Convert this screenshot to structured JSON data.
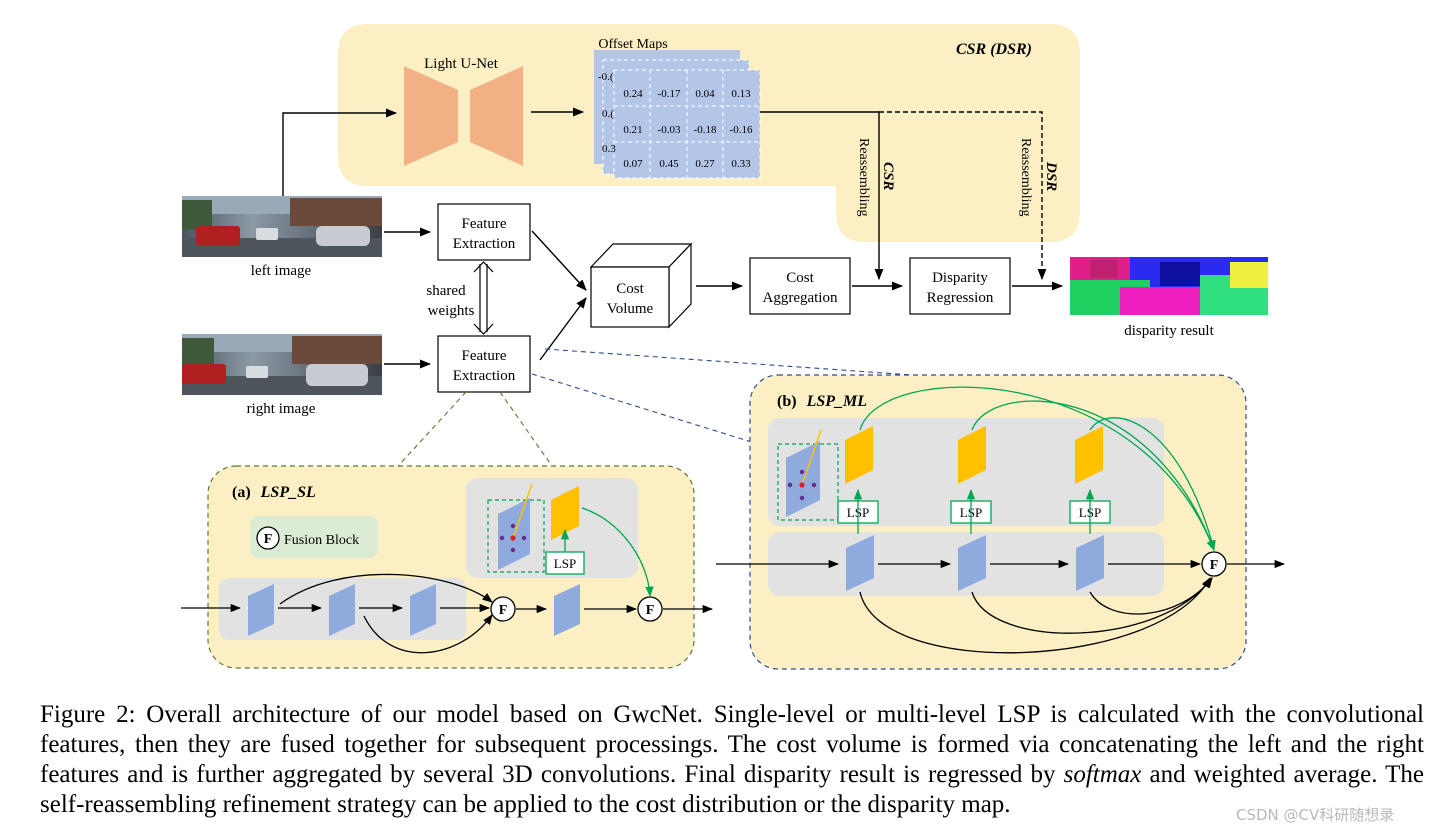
{
  "colors": {
    "panel_fill": "#fcefc4",
    "gray_panel": "#e2e2e2",
    "unet_orange": "#f2b184",
    "offset_blue": "#b4c6e7",
    "feature_blue": "#8faadc",
    "lsp_yellow": "#ffc000",
    "lsp_green": "#00a651",
    "fusion_chip": "#dcebd3",
    "dashed_blue": "#2f4e8b",
    "dashed_green": "#5a7a2e"
  },
  "diagram": {
    "csr_panel_title": "CSR (DSR)",
    "unet_label": "Light  U-Net",
    "offset_maps_label": "Offset Maps",
    "offset_grid": [
      [
        "0.24",
        "-0.17",
        "0.04",
        "0.13"
      ],
      [
        "0.21",
        "-0.03",
        "-0.18",
        "-0.16"
      ],
      [
        "0.07",
        "0.45",
        "0.27",
        "0.33"
      ]
    ],
    "offset_back_peek": [
      "-0.(",
      "0.(",
      "0.3"
    ],
    "csr_label": "CSR",
    "dsr_label": "DSR",
    "reassembling_label": "Reassembling",
    "left_image_label": "left image",
    "right_image_label": "right image",
    "feature_extraction_line1": "Feature",
    "feature_extraction_line2": "Extraction",
    "shared_weights_line1": "shared",
    "shared_weights_line2": "weights",
    "cost_volume_line1": "Cost",
    "cost_volume_line2": "Volume",
    "cost_aggregation_line1": "Cost",
    "cost_aggregation_line2": "Aggregation",
    "disparity_regression_line1": "Disparity",
    "disparity_regression_line2": "Regression",
    "disparity_result_label": "disparity result",
    "panel_a_prefix": "(a)",
    "panel_a_title": "LSP_SL",
    "panel_b_prefix": "(b)",
    "panel_b_title": "LSP_ML",
    "fusion_symbol": "F",
    "fusion_block_label": "Fusion Block",
    "lsp_label": "LSP"
  },
  "caption": {
    "part1": "Figure 2: Overall architecture of our model based on GwcNet. Single-level or multi-level LSP is calculated with the convolutional features, then they are fused together for subsequent processings. The cost volume is formed via concatenating the left and the right features and is further aggregated by several 3D convolutions. Final disparity result is regressed by ",
    "emph": "softmax",
    "part2": " and weighted average. The self-reassembling refinement strategy can be applied to the cost distribution or the disparity map."
  },
  "watermark": "CSDN @CV科研随想录"
}
